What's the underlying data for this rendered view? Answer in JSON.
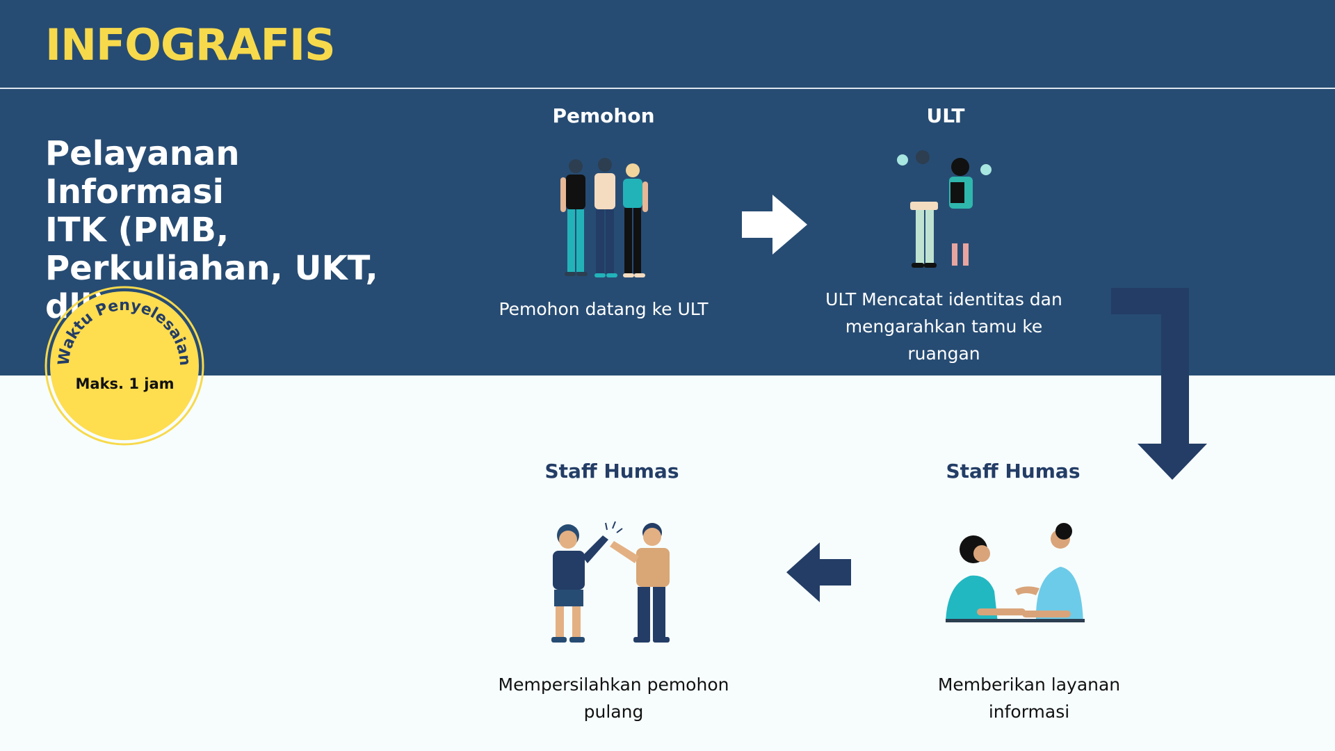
{
  "header": {
    "title": "INFOGRAFIS"
  },
  "service": {
    "title": "Pelayanan Informasi\nITK (PMB,\nPerkuliahan, UKT, dll)"
  },
  "badge": {
    "arc_text": "Waktu Penyelesaian",
    "duration": "Maks. 1 jam"
  },
  "steps": [
    {
      "role": "Pemohon",
      "description": "Pemohon datang ke ULT",
      "icon": "group-of-three-people-icon"
    },
    {
      "role": "ULT",
      "description": "ULT Mencatat identitas dan\nmengarahkan tamu ke\nruangan",
      "icon": "two-staff-with-documents-icon"
    },
    {
      "role": "Staff Humas",
      "description": "Memberikan layanan\ninformasi",
      "icon": "two-people-talking-icon"
    },
    {
      "role": "Staff Humas",
      "description": "Mempersilahkan pemohon\npulang",
      "icon": "two-people-high-five-icon"
    }
  ],
  "colors": {
    "navy": "#274c73",
    "dark_navy": "#233d66",
    "yellow": "#f7d94c",
    "background": "#f7fdfd",
    "white": "#ffffff"
  }
}
